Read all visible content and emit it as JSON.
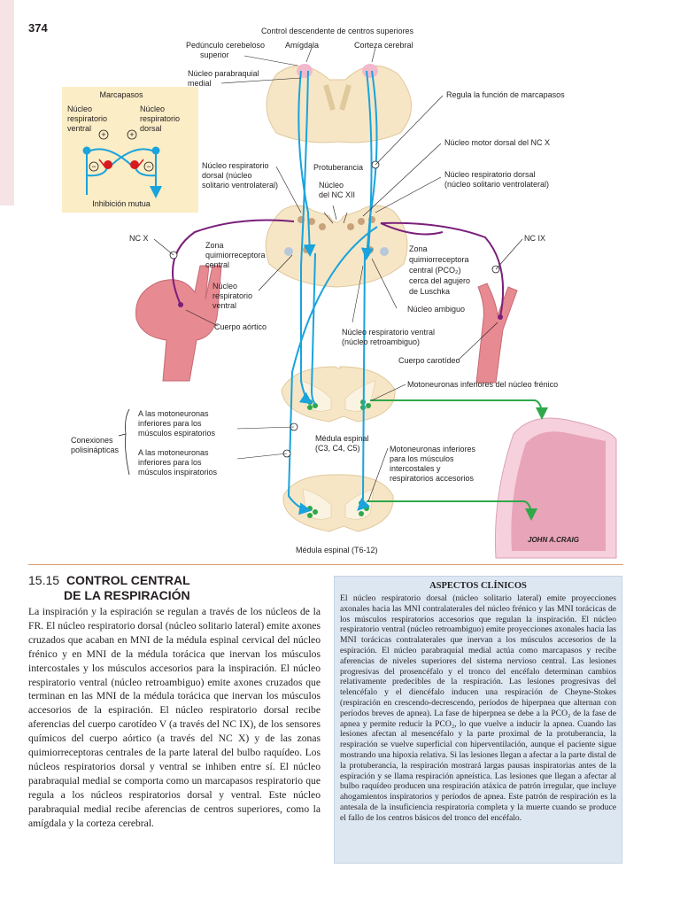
{
  "page_number": "374",
  "figure": {
    "top_label": "Control descendente de centros superiores",
    "labels": {
      "pedunculo_1": "Pedúnculo cerebeloso",
      "pedunculo_2": "superior",
      "amigdala": "Amígdala",
      "corteza": "Corteza cerebral",
      "parabraquial_1": "Núcleo parabraquial",
      "parabraquial_2": "medial",
      "regula": "Regula la función de marcapasos",
      "motor_dorsal": "Núcleo motor dorsal del NC X",
      "protuberancia": "Protuberancia",
      "nrd_left_1": "Núcleo respiratorio",
      "nrd_left_2": "dorsal (núcleo",
      "nrd_left_3": "solitario ventrolateral)",
      "nucleo_xii_1": "Núcleo",
      "nucleo_xii_2": "del NC XII",
      "nrd_right_1": "Núcleo respiratorio dorsal",
      "nrd_right_2": "(núcleo solitario ventrolateral)",
      "nc_x": "NC X",
      "nc_ix": "NC IX",
      "zona_left_1": "Zona",
      "zona_left_2": "quimiorreceptora",
      "zona_left_3": "central",
      "zona_right_1": "Zona",
      "zona_right_2": "quimiorreceptora",
      "zona_right_3": "central (PCO₂)",
      "zona_right_4": "cerca del agujero",
      "zona_right_5": "de Luschka",
      "nrv_left_1": "Núcleo",
      "nrv_left_2": "respiratorio",
      "nrv_left_3": "ventral",
      "ambiguo": "Núcleo ambiguo",
      "aortico": "Cuerpo aórtico",
      "nrv_center_1": "Núcleo respiratorio ventral",
      "nrv_center_2": "(núcleo retroambiguo)",
      "carotideo": "Cuerpo carotídeo",
      "frenico": "Motoneuronas inferiores del núcleo frénico",
      "espir_1": "A las motoneuronas",
      "espir_2": "inferiores para los",
      "espir_3": "músculos espiratorios",
      "conex_1": "Conexiones",
      "conex_2": "polisinápticas",
      "insp_1": "A las motoneuronas",
      "insp_2": "inferiores para los",
      "insp_3": "músculos inspiratorios",
      "medula_c_1": "Médula espinal",
      "medula_c_2": "(C3, C4, C5)",
      "inter_1": "Motoneuronas inferiores",
      "inter_2": "para los músculos",
      "inter_3": "intercostales y",
      "inter_4": "respiratorios accesorios",
      "medula_t": "Médula espinal (T6-12)",
      "signature": "JOHN A.CRAIG"
    },
    "inset": {
      "title": "Marcapasos",
      "left_1": "Núcleo",
      "left_2": "respiratorio",
      "left_3": "ventral",
      "right_1": "Núcleo",
      "right_2": "respiratorio",
      "right_3": "dorsal",
      "bottom": "Inhibición mutua"
    }
  },
  "section": {
    "number": "15.15",
    "title_line1": "CONTROL CENTRAL",
    "title_line2": "DE LA RESPIRACIÓN",
    "body": "La inspiración y la espiración se regulan a través de los núcleos de la FR. El núcleo respiratorio dorsal (núcleo solitario lateral) emite axones cruzados que acaban en MNI de la médula espinal cervical del núcleo frénico y en MNI de la médula torácica que inervan los músculos intercostales y los músculos accesorios para la inspiración. El núcleo respiratorio ventral (núcleo retroambiguo) emite axones cruzados que terminan en las MNI de la médula torácica que inervan los músculos accesorios de la espiración. El núcleo respiratorio dorsal recibe aferencias del cuerpo carotídeo V (a través del NC IX), de los sensores químicos del cuerpo aórtico (a través del NC X) y de las zonas quimiorreceptoras centrales de la parte lateral del bulbo raquídeo. Los núcleos respiratorios dorsal y ventral se inhiben entre sí. El núcleo parabraquial medial se comporta como un marcapasos respiratorio que regula a los núcleos respiratorios dorsal y ventral. Este núcleo parabraquial medial recibe aferencias de centros superiores, como la amígdala y la corteza cerebral."
  },
  "clinical": {
    "title": "ASPECTOS CLÍNICOS",
    "body": "El núcleo respiratorio dorsal (núcleo solitario lateral) emite proyecciones axonales hacia las MNI contralaterales del núcleo frénico y las MNI torácicas de los músculos respiratorios accesorios que regulan la inspiración. El núcleo respiratorio ventral (núcleo retroambiguo) emite proyecciones axonales hacia las MNI torácicas contralaterales que inervan a los músculos accesorios de la espiración. El núcleo parabraquial medial actúa como marcapasos y recibe aferencias de niveles superiores del sistema nervioso central. Las lesiones progresivas del prosencéfalo y el tronco del encéfalo determinan cambios relativamente predecibles de la respiración. Las lesiones progresivas del telencéfalo y el diencéfalo inducen una respiración de Cheyne-Stokes (respiración en crescendo-decrescendo, períodos de hiperpnea que alternan con períodos breves de apnea). La fase de hiperpnea se debe a la PCO₂ de la fase de apnea y permite reducir la PCO₂, lo que vuelve a inducir la apnea. Cuando las lesiones afectan al mesencéfalo y la parte proximal de la protuberancia, la respiración se vuelve superficial con hiperventilación, aunque el paciente sigue mostrando una hipoxia relativa. Si las lesiones llegan a afectar a la parte distal de la protuberancia, la respiración mostrará largas pausas inspiratorias antes de la espiración y se llama respiración apneística. Las lesiones que llegan a afectar al bulbo raquídeo producen una respiración atáxica de patrón irregular, que incluye ahogamientos inspiratorios y períodos de apnea. Este patrón de respiración es la antesala de la insuficiencia respiratoria completa y la muerte cuando se produce el fallo de los centros básicos del tronco del encéfalo."
  },
  "colors": {
    "tissue": "#f6e6c6",
    "pink_nucleus": "#f2b8cc",
    "blue_path": "#1aa3dc",
    "purple_nerve": "#7a1f7a",
    "green_motor": "#2fa84a",
    "red_inhib": "#d71920",
    "artery": "#e78a92",
    "inset_bg": "#fbedc6",
    "clinical_bg": "#dde7f2",
    "rule": "#d99a6a",
    "page_tab": "#f5e3e5"
  }
}
